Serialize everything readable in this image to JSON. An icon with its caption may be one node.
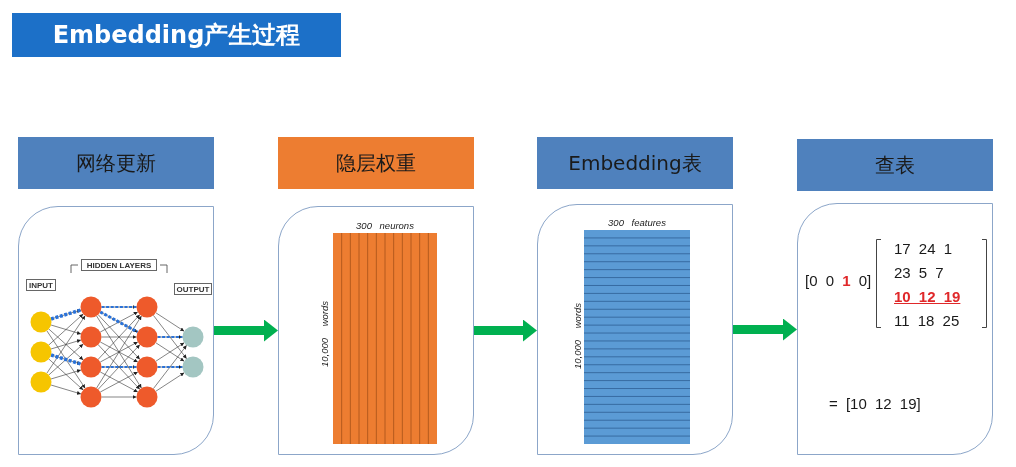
{
  "diagram": {
    "title": "Embedding产生过程",
    "nodes": [
      {
        "text": [
          "网络更新"
        ]
      },
      {
        "text": [],
        "shape": "box"
      },
      {
        "text": [
          "HIDDEN LAYERS"
        ],
        "in": 1
      },
      {
        "text": [
          "INPUT"
        ],
        "in": 1
      },
      {
        "text": [
          "OUTPUT"
        ],
        "in": 1
      },
      {
        "text": [
          "隐层权重"
        ]
      },
      {
        "text": [
          "300 neurons",
          "10,000 words"
        ]
      },
      {
        "text": [
          "Embedding表"
        ]
      },
      {
        "text": [
          "300 features",
          "10,000 words"
        ]
      },
      {
        "text": [
          "查表"
        ]
      },
      {
        "text": [
          "[0 0 **1** 0]",
          "17 24 1",
          "23 5 7",
          "10 12 19",
          "11 18 25",
          "= [10 12 19]"
        ]
      }
    ],
    "edges": [
      {
        "from": 1,
        "to": 6,
        "arrow": "to"
      },
      {
        "from": 6,
        "to": 8,
        "arrow": "to"
      },
      {
        "from": 8,
        "to": 10,
        "arrow": "to"
      }
    ]
  }
}
